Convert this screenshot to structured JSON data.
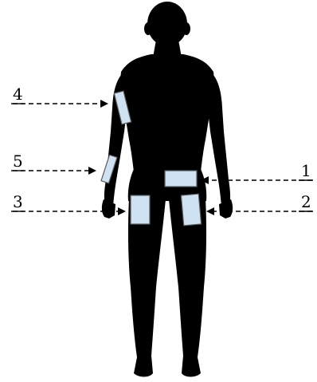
{
  "diagram": {
    "figure_color": "#000000",
    "patch_fill": "#cfe2f3",
    "patch_stroke": "#5a5a5a",
    "arrow_color": "#000000",
    "labels": [
      {
        "id": "1",
        "text": "1",
        "side": "right",
        "target": "lower-abdomen"
      },
      {
        "id": "2",
        "text": "2",
        "side": "right",
        "target": "left-thigh"
      },
      {
        "id": "3",
        "text": "3",
        "side": "left",
        "target": "right-thigh"
      },
      {
        "id": "4",
        "text": "4",
        "side": "left",
        "target": "upper-arm"
      },
      {
        "id": "5",
        "text": "5",
        "side": "left",
        "target": "forearm"
      }
    ]
  }
}
